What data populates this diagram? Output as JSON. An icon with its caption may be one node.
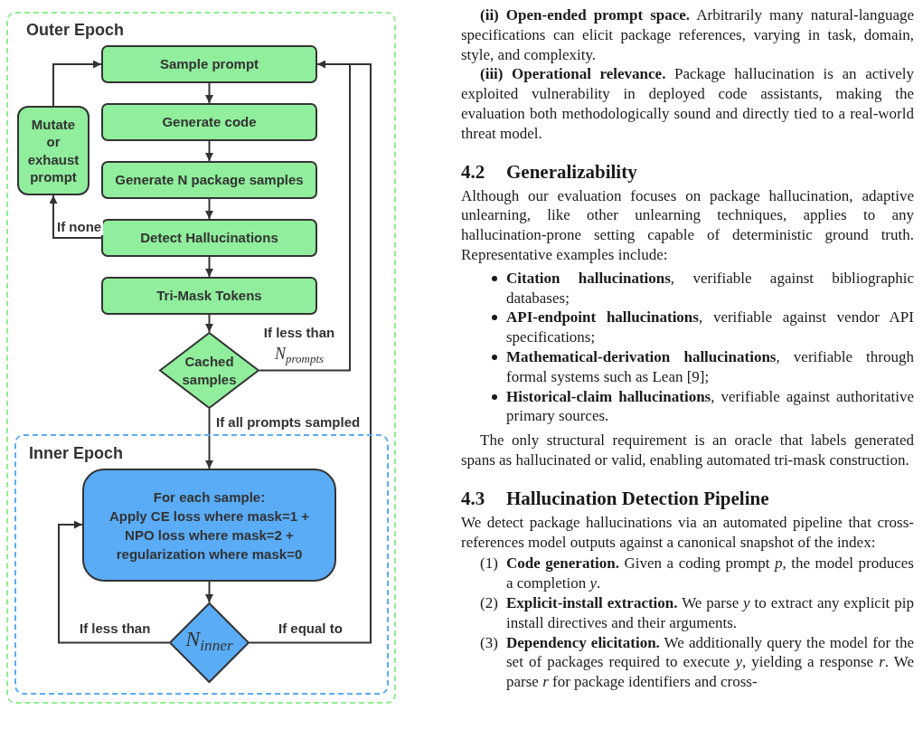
{
  "diagram": {
    "nodes": [
      {
        "text": [
          "Outer Epoch"
        ]
      },
      {
        "text": [
          "Sample prompt"
        ],
        "in": 0
      },
      {
        "text": [
          "Generate code"
        ],
        "in": 0
      },
      {
        "text": [
          "Generate N package samples"
        ],
        "in": 0
      },
      {
        "text": [
          "Detect Hallucinations"
        ],
        "in": 0
      },
      {
        "text": [
          "Tri-Mask Tokens"
        ],
        "in": 0
      },
      {
        "text": [
          "Mutate or exhaust prompt"
        ],
        "in": 0
      },
      {
        "text": [
          "Cached samples"
        ],
        "in": 0
      },
      {
        "text": [
          "Inner Epoch"
        ],
        "in": 0
      },
      {
        "text": [
          "For each sample:",
          "Apply CE loss where mask=1 + NPO loss where mask=2 + regularization where mask=0"
        ],
        "in": 8
      },
      {
        "text": [
          "N$_{inner}$"
        ],
        "in": 8
      }
    ],
    "edges": [
      {
        "from": 1,
        "to": 2,
        "arrow": "to"
      },
      {
        "from": 2,
        "to": 3,
        "arrow": "to"
      },
      {
        "from": 3,
        "to": 4,
        "arrow": "to"
      },
      {
        "from": 4,
        "to": 5,
        "arrow": "to"
      },
      {
        "from": 4,
        "to": 6,
        "arrow": "to",
        "label": "If none"
      },
      {
        "from": 6,
        "to": 1,
        "arrow": "to"
      },
      {
        "from": 5,
        "to": 7,
        "arrow": "to"
      },
      {
        "from": 7,
        "to": 1,
        "arrow": "to",
        "label": "If less than *N*$_{prompts}$"
      },
      {
        "from": 7,
        "to": 9,
        "arrow": "to",
        "label": "If all prompts sampled"
      },
      {
        "from": 9,
        "to": 10,
        "arrow": "to"
      },
      {
        "from": 10,
        "to": 9,
        "arrow": "to",
        "label": "If less than"
      },
      {
        "from": 10,
        "to": 1,
        "arrow": "to",
        "label": "If equal to"
      }
    ],
    "labels": [
      "**(ii) Open-ended prompt space.** Arbitrarily many natural-language specifications can elicit package references, varying in task, domain, style, and complexity.",
      "**(iii) Operational relevance.** Package hallucination is an actively exploited vulnerability in deployed code assistants, making the evaluation both methodologically sound and directly tied to a real-world threat model.",
      "4.2",
      "Generalizability",
      "Although our evaluation focuses on package hallucination, adaptive unlearning, like other unlearning techniques, applies to any hallucination-prone setting capable of deterministic ground truth. Representative examples include:",
      "**Citation hallucinations**, verifiable against bibliographic databases;",
      "**API-endpoint hallucinations**, verifiable against vendor API specifications;",
      "**Mathematical-derivation hallucinations**, verifiable through formal systems such as Lean [9];",
      "**Historical-claim hallucinations**, verifiable against authoritative primary sources.",
      "The only structural requirement is an oracle that labels generated spans as hallucinated or valid, enabling automated tri-mask construction.",
      "4.3",
      "Hallucination Detection Pipeline",
      "We detect package hallucinations via an automated pipeline that cross-references model outputs against a canonical snapshot of the index:",
      "(1)",
      "**Code generation.** Given a coding prompt *p*, the model produces a completion *y*.",
      "(2)",
      "**Explicit-install extraction.** We parse *y* to extract any explicit pip install directives and their arguments.",
      "(3)",
      "**Dependency elicitation.** We additionally query the model for the set of packages required to execute *y*, yielding a response *r*. We parse *r* for package identifiers and cross-"
    ]
  }
}
